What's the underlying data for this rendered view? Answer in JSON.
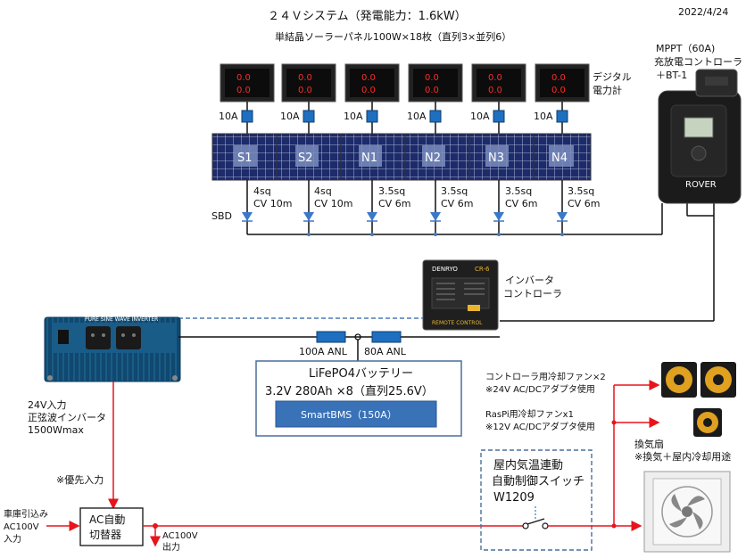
{
  "header": {
    "title": "２４Ｖシステム（発電能力：1.6kW）",
    "date": "2022/4/24",
    "panels_summary": "単結晶ソーラーパネル100W×18枚（直列3×並列6）"
  },
  "meter_label": [
    "デジタル",
    "電力計"
  ],
  "mppt_label": [
    "MPPT（60A)",
    "充放電コントローラ",
    "＋BT-1"
  ],
  "mppt_brand": "ROVER",
  "sbd_label": "SBD",
  "strings": [
    {
      "panel": "S1",
      "fuse": "10A",
      "cable": [
        "4sq",
        "CV 10m"
      ],
      "meter_top": "0.0",
      "meter_bottom": "0.0"
    },
    {
      "panel": "S2",
      "fuse": "10A",
      "cable": [
        "4sq",
        "CV 10m"
      ],
      "meter_top": "0.0",
      "meter_bottom": "0.0"
    },
    {
      "panel": "N1",
      "fuse": "10A",
      "cable": [
        "3.5sq",
        "CV 6m"
      ],
      "meter_top": "0.0",
      "meter_bottom": "0.0"
    },
    {
      "panel": "N2",
      "fuse": "10A",
      "cable": [
        "3.5sq",
        "CV 6m"
      ],
      "meter_top": "0.0",
      "meter_bottom": "0.0"
    },
    {
      "panel": "N3",
      "fuse": "10A",
      "cable": [
        "3.5sq",
        "CV 6m"
      ],
      "meter_top": "0.0",
      "meter_bottom": "0.0"
    },
    {
      "panel": "N4",
      "fuse": "10A",
      "cable": [
        "3.5sq",
        "CV 6m"
      ],
      "meter_top": "0.0",
      "meter_bottom": "0.0"
    }
  ],
  "inverter_controller": {
    "label": [
      "インバータ",
      "コントローラ"
    ],
    "brand": "DENRYO",
    "model": "CR-6",
    "caption": "REMOTE CONTROL"
  },
  "inverter": {
    "label": [
      "24V入力",
      "正弦波インバータ",
      "1500Wmax"
    ],
    "panel_text": "PURE SINE WAVE INVERTER",
    "priority_note": "※優先入力"
  },
  "fuses": {
    "left": "100A ANL",
    "right": "80A ANL"
  },
  "battery": {
    "title": "LiFePO4バッテリー",
    "spec": "3.2V  280Ah  ×8（直列25.6V）",
    "bms": "SmartBMS（150A）"
  },
  "fans": {
    "controller_fan": [
      "コントローラ用冷却ファン×2",
      "※24V AC/DCアダプタ使用"
    ],
    "raspi_fan": [
      "RasPi用冷却ファンx1",
      "※12V AC/DCアダプタ使用"
    ]
  },
  "ventilator": [
    "換気扇",
    "※換気＋屋内冷却用途"
  ],
  "thermo_switch": [
    "屋内気温連動",
    "自動制御スイッチ",
    "W1209"
  ],
  "ac_switch": [
    "AC自動",
    "切替器"
  ],
  "grid_input": [
    "車庫引込み",
    "AC100V",
    "入力"
  ],
  "ac_output": [
    "AC100V",
    "出力"
  ],
  "colors": {
    "ac_line": "#e8141c",
    "dc_line": "#111111",
    "fuse_box": "#1e6fc0",
    "bms_box": "#3a72b8",
    "battery_border": "#4a6f9a",
    "dashed_link": "#4a7ab8"
  }
}
